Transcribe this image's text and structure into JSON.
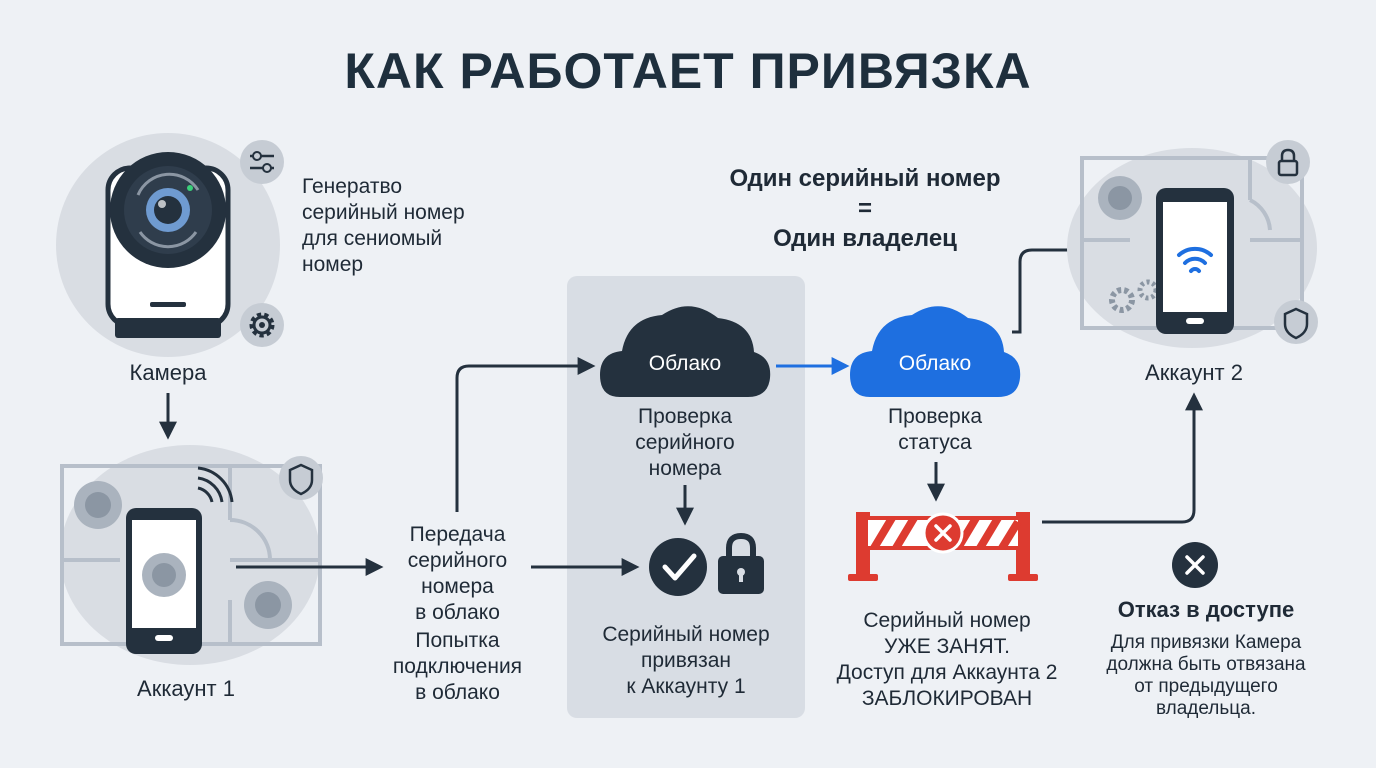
{
  "title": "КАК РАБОТАЕТ ПРИВЯЗКА",
  "camera": {
    "description_lines": [
      "Генератво",
      "серийный номер",
      "для сениомый",
      "номер"
    ],
    "label": "Камера"
  },
  "account1": {
    "label": "Аккаунт 1"
  },
  "transfer": {
    "send_lines": [
      "Передача",
      "серийного",
      "номера",
      "в облако"
    ],
    "attempt_lines": [
      "Попытка",
      "подключения",
      "в облако"
    ]
  },
  "cloud1": {
    "label": "Облако",
    "check_lines": [
      "Проверка",
      "серийного",
      "номера"
    ],
    "result_lines": [
      "Серийный номер",
      "привязан",
      "к Аккаунту 1"
    ]
  },
  "rule": {
    "line1": "Один серийный номер",
    "eq": "=",
    "line2": "Один владелец"
  },
  "cloud2": {
    "label": "Облако",
    "check_lines": [
      "Проверка",
      "статуса"
    ]
  },
  "blocked": {
    "lines": [
      "Серийный номер",
      "УЖЕ ЗАНЯТ.",
      "Доступ для Аккаунта 2",
      "ЗАБЛОКИРОВАН"
    ]
  },
  "account2": {
    "label": "Аккаунт 2"
  },
  "denied": {
    "title": "Отказ в доступе",
    "lines": [
      "Для привязки Камера",
      "должна быть отвязана",
      "от предыдущего",
      "владельца."
    ]
  },
  "colors": {
    "dark": "#24313e",
    "blue": "#1e6fe0",
    "red": "#dd3b30",
    "circle_bg": "#d9dde3",
    "icon_gray": "#8b96a3"
  }
}
